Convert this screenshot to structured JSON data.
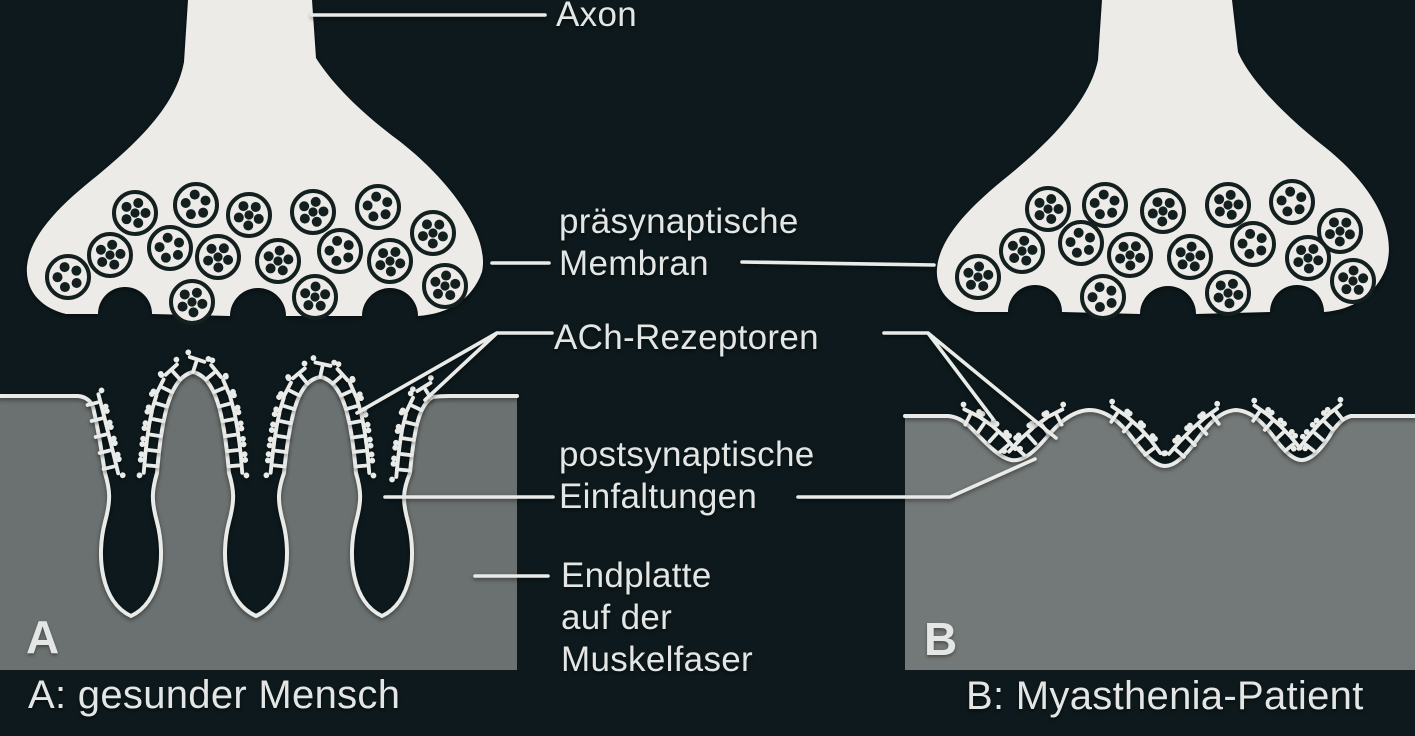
{
  "labels": {
    "axon": "Axon",
    "presynaptic_membrane": "präsynaptische\nMembran",
    "ach_receptors": "ACh-Rezeptoren",
    "postsynaptic_folds": "postsynaptische\nEinfaltungen",
    "endplate": "Endplatte\nauf der\nMuskelfaser"
  },
  "panels": {
    "a": {
      "letter": "A",
      "caption": "A: gesunder Mensch",
      "vesicle_count": 16,
      "fold_count": 3
    },
    "b": {
      "letter": "B",
      "caption": "B: Myasthenia-Patient",
      "vesicle_count": 16,
      "fold_count": 3
    }
  },
  "icons": {
    "vesicle": "synaptic-vesicle-icon",
    "receptor": "ach-receptor-icon"
  },
  "colors": {
    "background": "#0d191c",
    "terminal": "#edebe8",
    "vesicle_ink": "#14201f",
    "muscle_a": "#6b7170",
    "muscle_b": "#737978",
    "line": "#e9ebe9",
    "text": "#e3e6e4"
  }
}
